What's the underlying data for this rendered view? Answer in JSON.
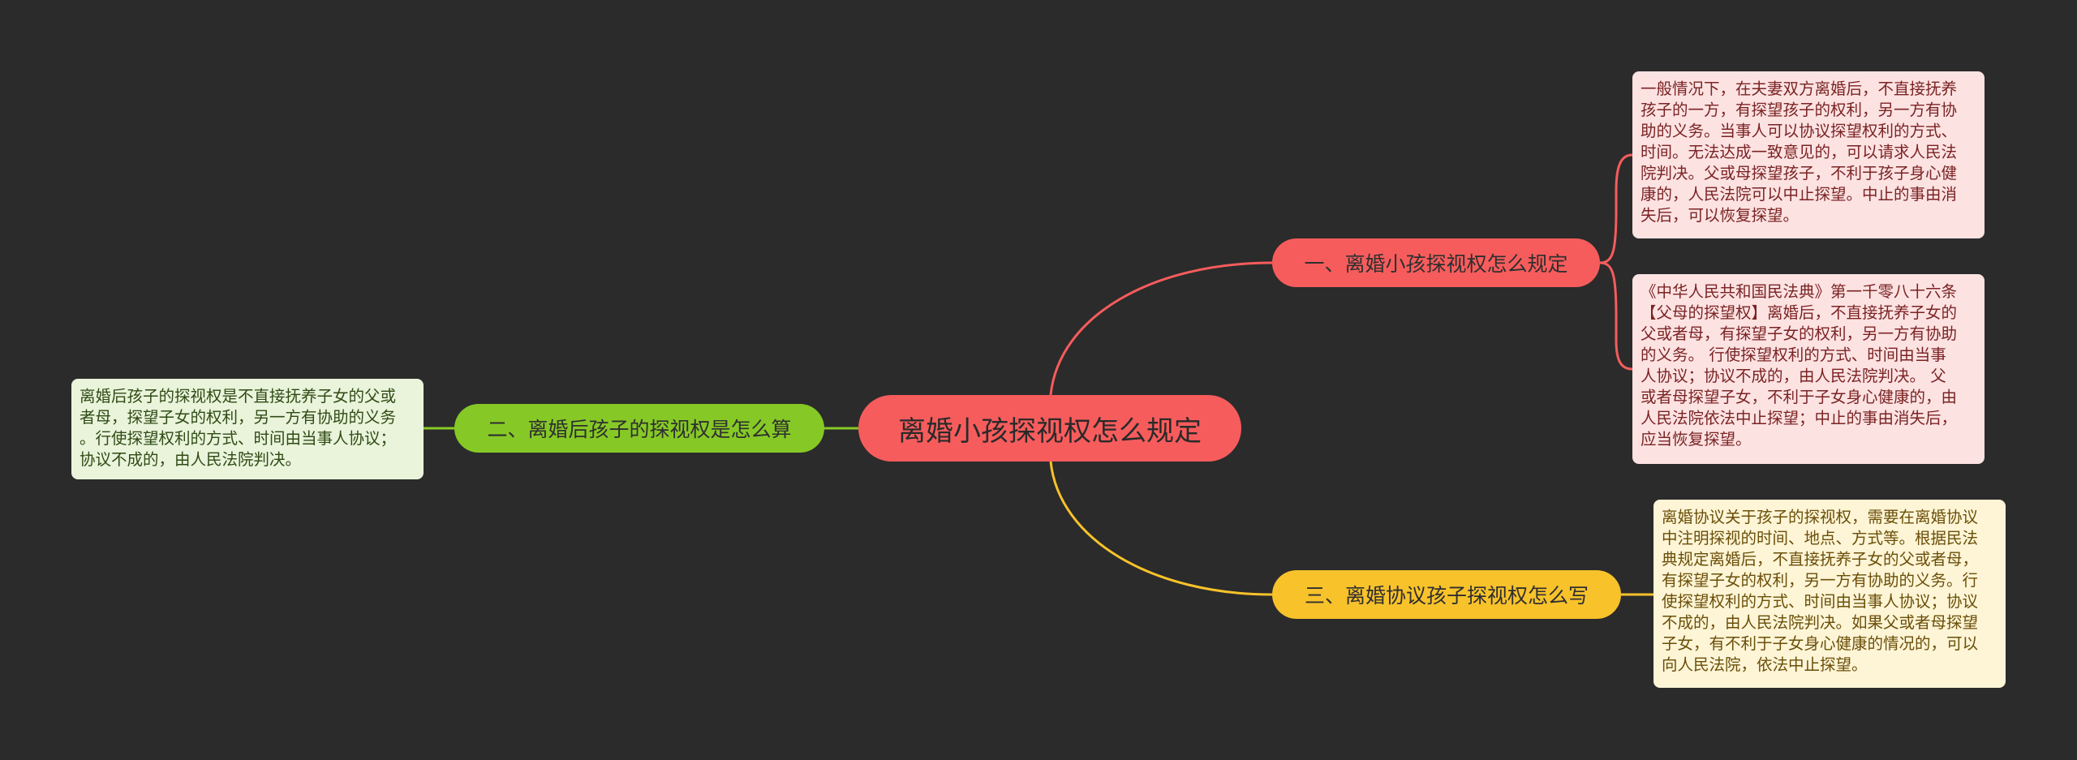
{
  "colors": {
    "background": "#2b2b2b",
    "root": "#f75c5c",
    "branch_red": "#f75c5c",
    "branch_green": "#86c926",
    "branch_yellow": "#f8c22b",
    "leaf_red_bg": "#fde2e2",
    "leaf_green_bg": "#e9f4db",
    "leaf_yellow_bg": "#fdf5d6"
  },
  "root": {
    "label": "离婚小孩探视权怎么规定"
  },
  "branches": [
    {
      "label": "一、离婚小孩探视权怎么规定",
      "leaves": [
        {
          "text": "一般情况下，在夫妻双方离婚后，不直接抚养\n孩子的一方，有探望孩子的权利，另一方有协\n助的义务。当事人可以协议探望权利的方式、\n时间。无法达成一致意见的，可以请求人民法\n院判决。父或母探望孩子，不利于孩子身心健\n康的，人民法院可以中止探望。中止的事由消\n失后，可以恢复探望。"
        },
        {
          "text": "《中华人民共和国民法典》第一千零八十六条\n【父母的探望权】离婚后，不直接抚养子女的\n父或者母，有探望子女的权利，另一方有协助\n的义务。 行使探望权利的方式、时间由当事\n人协议；协议不成的，由人民法院判决。 父\n或者母探望子女，不利于子女身心健康的，由\n人民法院依法中止探望；中止的事由消失后，\n应当恢复探望。"
        }
      ]
    },
    {
      "label": "二、离婚后孩子的探视权是怎么算",
      "leaves": [
        {
          "text": "离婚后孩子的探视权是不直接抚养子女的父或\n者母，探望子女的权利，另一方有协助的义务\n。行使探望权利的方式、时间由当事人协议；\n协议不成的，由人民法院判决。"
        }
      ]
    },
    {
      "label": "三、离婚协议孩子探视权怎么写",
      "leaves": [
        {
          "text": "离婚协议关于孩子的探视权，需要在离婚协议\n中注明探视的时间、地点、方式等。根据民法\n典规定离婚后，不直接抚养子女的父或者母，\n有探望子女的权利，另一方有协助的义务。行\n使探望权利的方式、时间由当事人协议；协议\n不成的，由人民法院判决。如果父或者母探望\n子女，有不利于子女身心健康的情况的，可以\n向人民法院，依法中止探望。"
        }
      ]
    }
  ]
}
